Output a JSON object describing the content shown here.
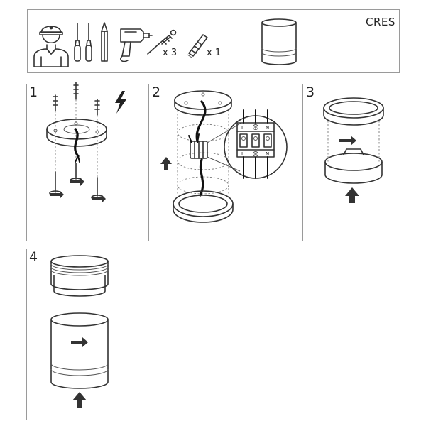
{
  "header": {
    "product_name": "CRES",
    "screw_quantity": "x 3",
    "connector_quantity": "x 1"
  },
  "steps": [
    {
      "number": "1"
    },
    {
      "number": "2"
    },
    {
      "number": "3"
    },
    {
      "number": "4"
    }
  ],
  "terminal_labels": {
    "live": "L",
    "neutral": "N"
  },
  "icons": {
    "installer": "installer-person-icon",
    "screwdrivers": "screwdrivers-icon",
    "pencil": "pencil-icon",
    "drill": "drill-icon",
    "screw_and_plug": "screw-plug-icon",
    "connector": "terminal-connector-icon",
    "lamp": "cylinder-lamp-icon",
    "warning": "electric-warning-icon"
  }
}
